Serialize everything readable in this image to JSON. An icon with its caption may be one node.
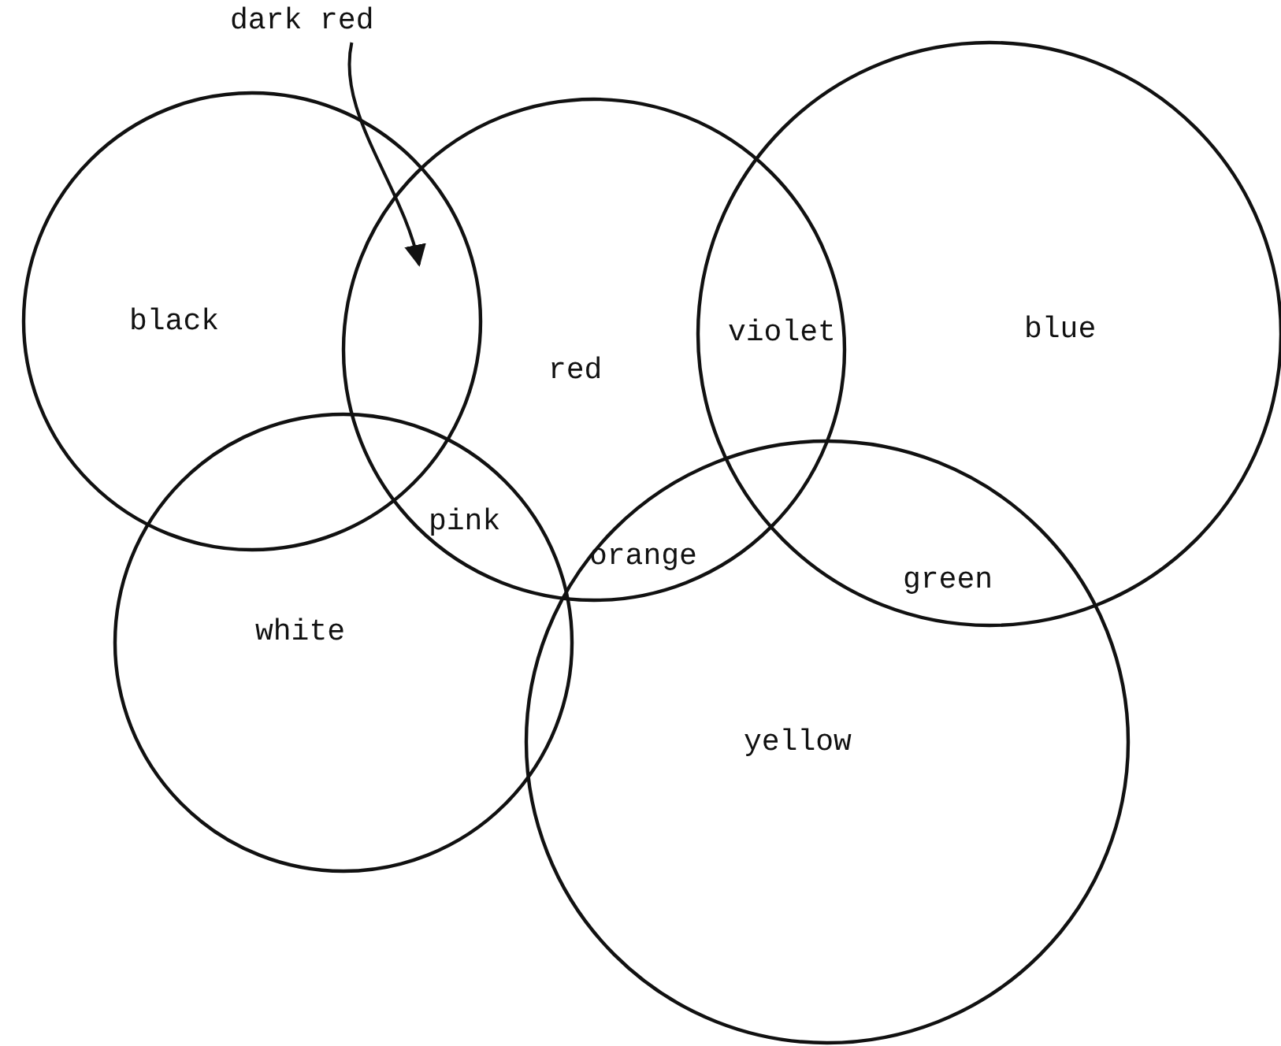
{
  "diagram": {
    "nodes": [
      {
        "text": [
          "dark red"
        ]
      },
      {
        "text": [
          "black"
        ]
      },
      {
        "text": [
          "red"
        ]
      },
      {
        "text": [
          "blue"
        ]
      },
      {
        "text": [
          "white"
        ]
      },
      {
        "text": [
          "yellow"
        ]
      }
    ],
    "edges": [
      {
        "from": 0,
        "to": 1,
        "arrow": "to"
      }
    ],
    "labels": [
      "violet",
      "pink",
      "orange",
      "green"
    ]
  }
}
